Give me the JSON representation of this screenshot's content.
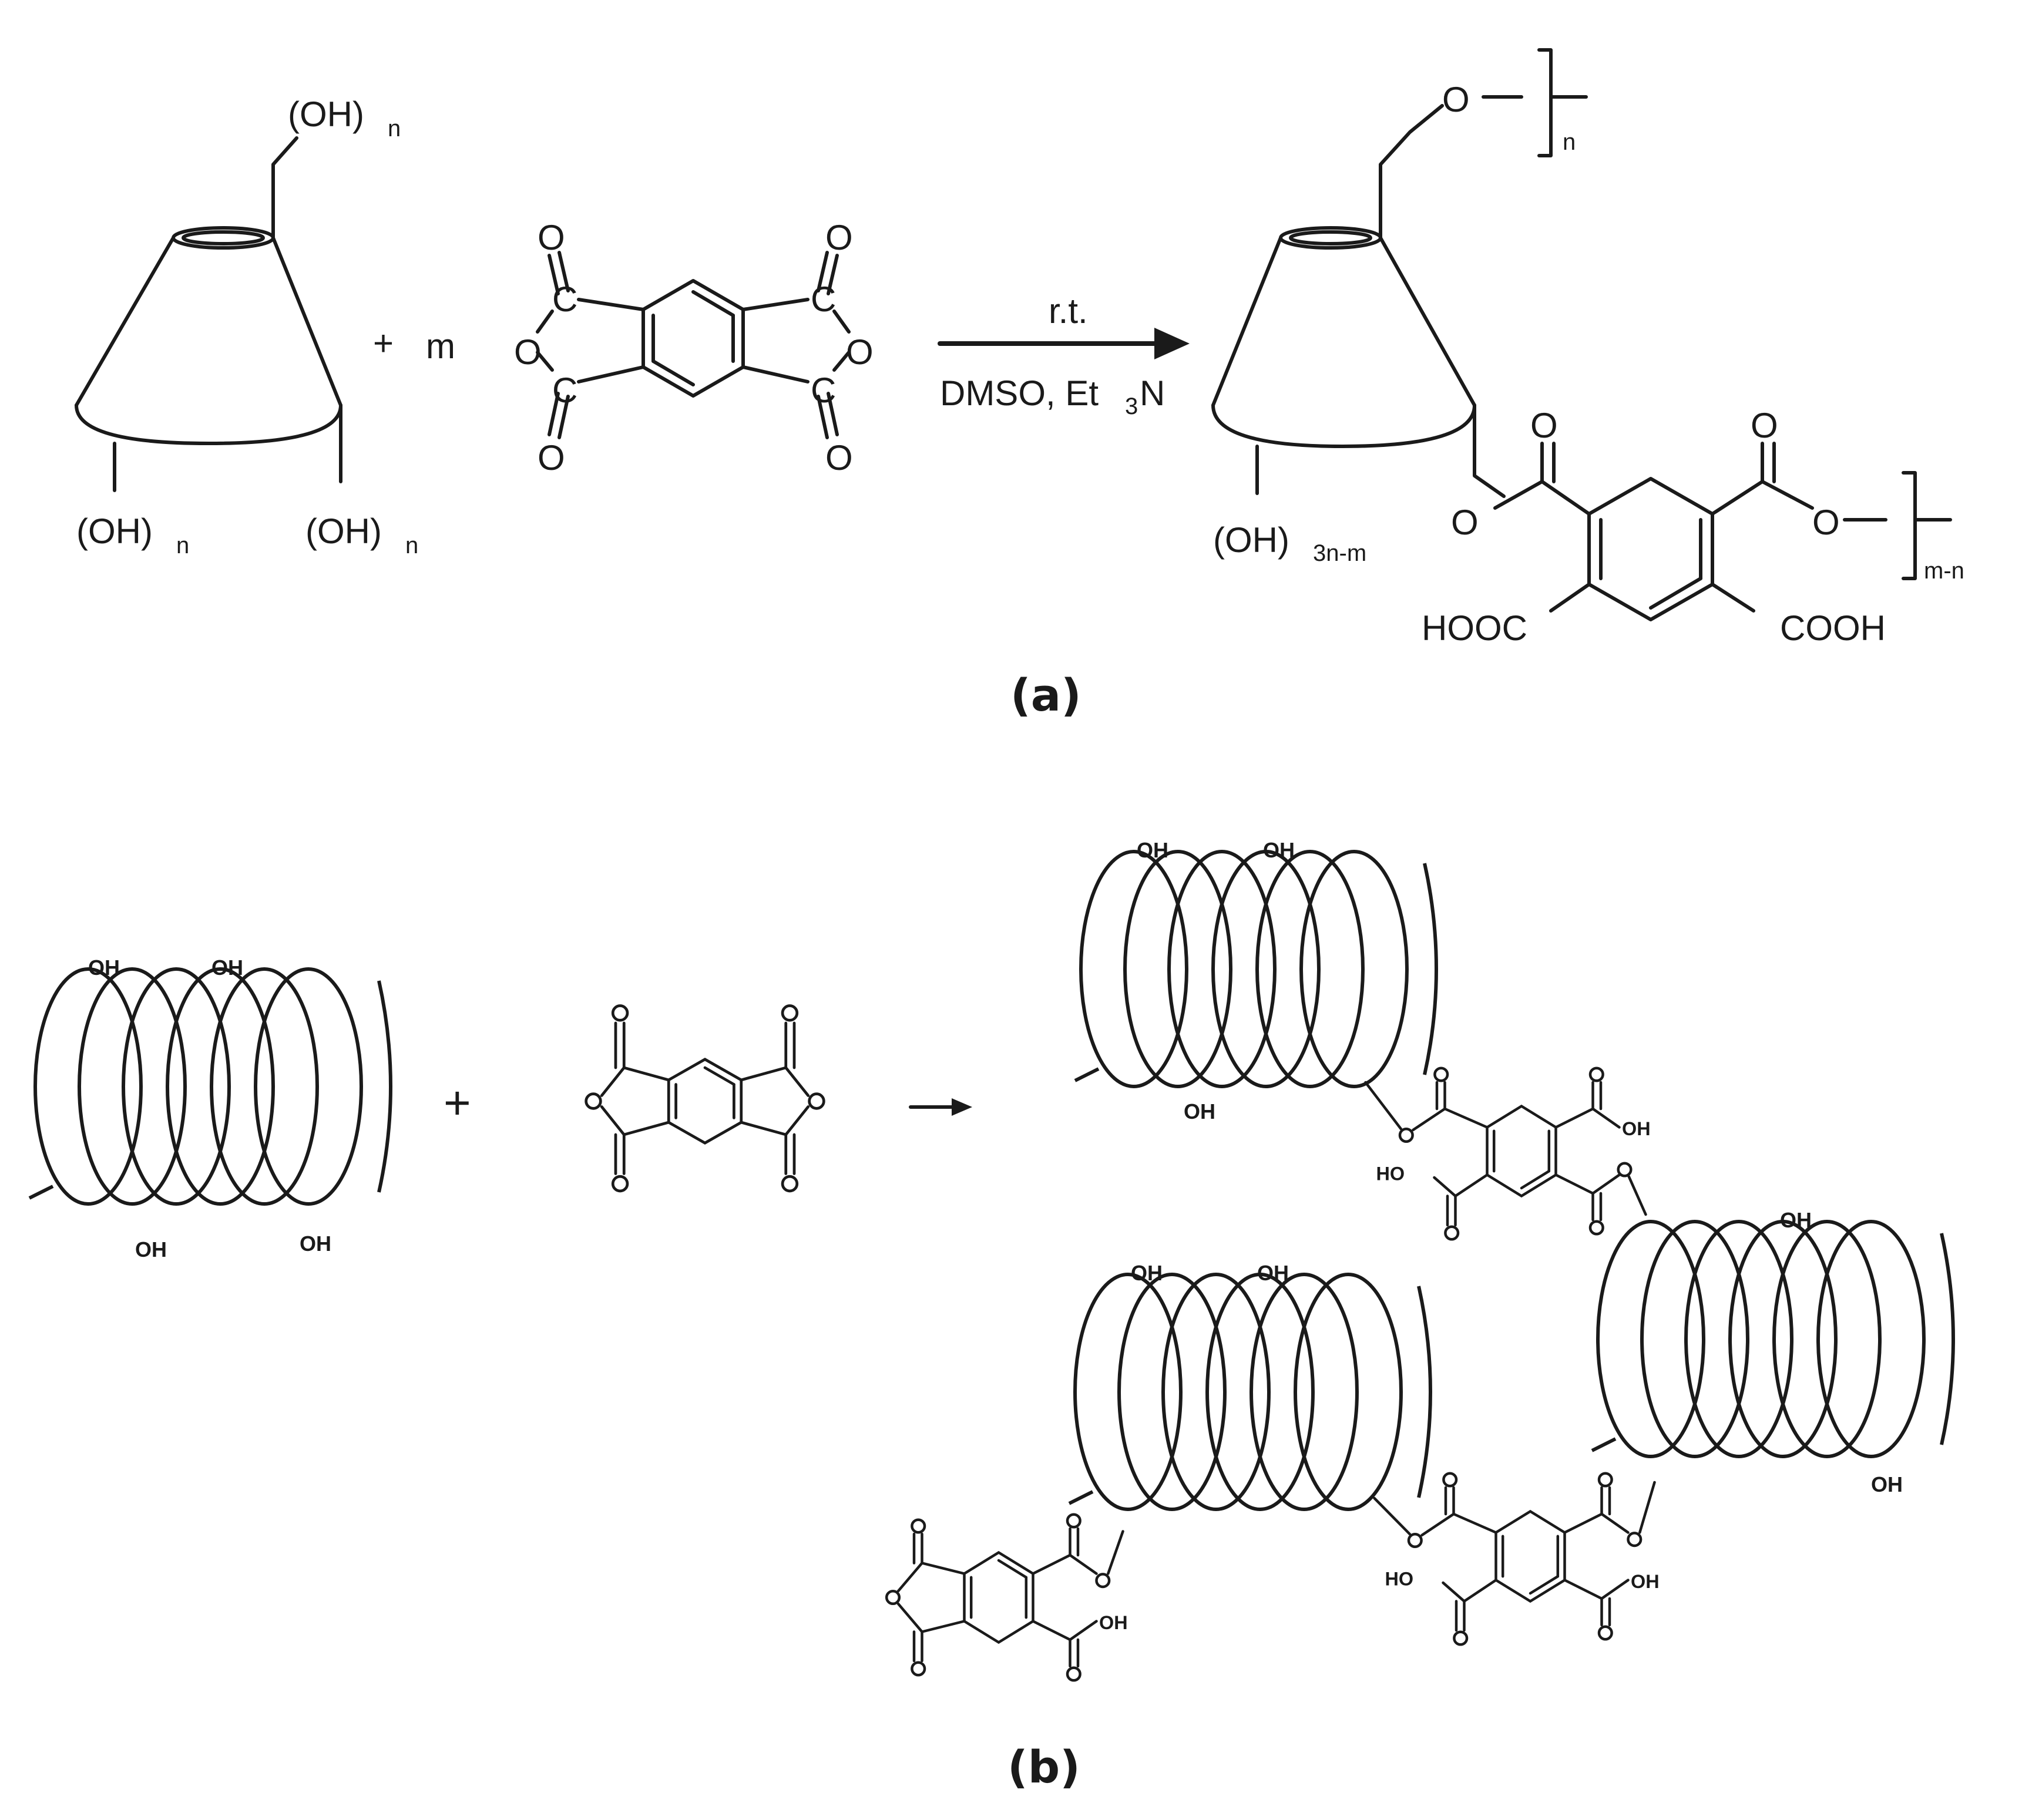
{
  "part_a": {
    "caption": "(a)",
    "reactant_labels": {
      "top_oh": "(OH)",
      "bottom_left_oh": "(OH)",
      "bottom_right_oh": "(OH)",
      "sub_n": "n"
    },
    "plus": "+",
    "multiplier": "m",
    "arrow_above": "r.t.",
    "arrow_below_prefix": "DMSO, Et",
    "arrow_below_sub": "3",
    "arrow_below_suffix": "N",
    "anhydride_atom_o": "O",
    "anhydride_atom_c": "C",
    "product_oh": "(OH)",
    "product_oh_sub": "3n-m",
    "product_o": "O",
    "bracket_n": "n",
    "bracket_mn": "m-n",
    "hooc": "HOOC",
    "cooh": "COOH"
  },
  "part_b": {
    "caption": "(b)",
    "plus": "+",
    "oh": "OH",
    "ho": "HO",
    "o": "O"
  }
}
